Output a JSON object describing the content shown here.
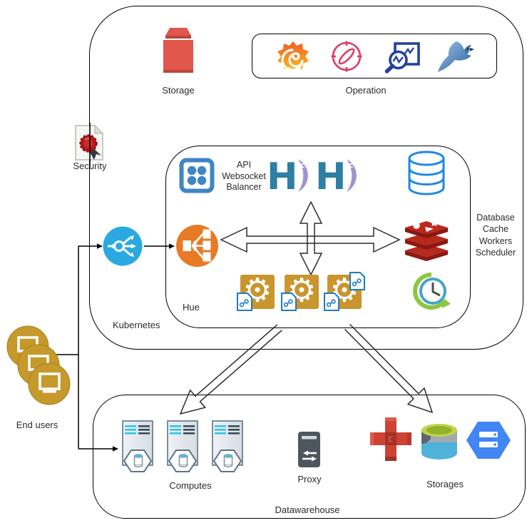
{
  "title": "Hue on Kubernetes architecture diagram",
  "groups": {
    "kubernetes": {
      "label": "Kubernetes"
    },
    "hue": {
      "label": "Hue"
    },
    "operation": {
      "label": "Operation"
    },
    "datawarehouse": {
      "label": "Datawarehouse"
    }
  },
  "nodes": {
    "storage": {
      "label": "Storage",
      "icon": "bucket-red"
    },
    "security": {
      "label": "Security",
      "icon": "certificate-seal-document"
    },
    "api_balancer": {
      "label": "API\nWebsocket\nBalancer",
      "icon": "chip-grid-blue"
    },
    "hue_servers": {
      "icon": "h-logo",
      "count": 2,
      "badge": "c"
    },
    "services_stack": {
      "label": "Database\nCache\nWorkers\nScheduler"
    },
    "database": {
      "icon": "db-cylinder-blue"
    },
    "cache": {
      "icon": "redis-stack"
    },
    "workers": {
      "icon": "gear-doc-gold",
      "count": 3,
      "gear_glyph": "⚙"
    },
    "scheduler": {
      "icon": "clock-green-arrow"
    },
    "ingress": {
      "icon": "loadbalancer-circle-blue"
    },
    "load_balancer": {
      "icon": "elb-circle-orange"
    },
    "operation_icons": [
      "grafana",
      "compass",
      "log-search-board",
      "bird"
    ],
    "end_users": {
      "label": "End users",
      "icon": "user-screens-gold",
      "count": 3
    },
    "computes": {
      "label": "Computes",
      "icon": "server-with-db",
      "count": 3
    },
    "proxy": {
      "label": "Proxy",
      "icon": "proxy-server-dark"
    },
    "storages": {
      "label": "Storages",
      "icons": [
        "aws-s3-red",
        "data-lake-cylinder",
        "gcs-hexagon-blue"
      ]
    }
  },
  "colors": {
    "border": "#000000",
    "ingress_blue": "#2aa9e0",
    "elb_orange": "#e87a26",
    "redis_red": "#b6291d",
    "gold": "#c5992b",
    "grafana_orange": "#f05a28",
    "compass_pink": "#e23a63",
    "monitor_navy": "#24409f",
    "db_blue": "#1e88e5",
    "chip_blue": "#3e86c6",
    "h_blue": "#2e7fa3",
    "h_purple": "#a392cb",
    "s3_red": "#cd4437",
    "lake_lime": "#c2d34a",
    "lake_blue": "#4fb3d9",
    "gcs_blue": "#4285f4",
    "server_stripe_cyan": "#35c3e8",
    "storage_red": "#e2574c"
  }
}
